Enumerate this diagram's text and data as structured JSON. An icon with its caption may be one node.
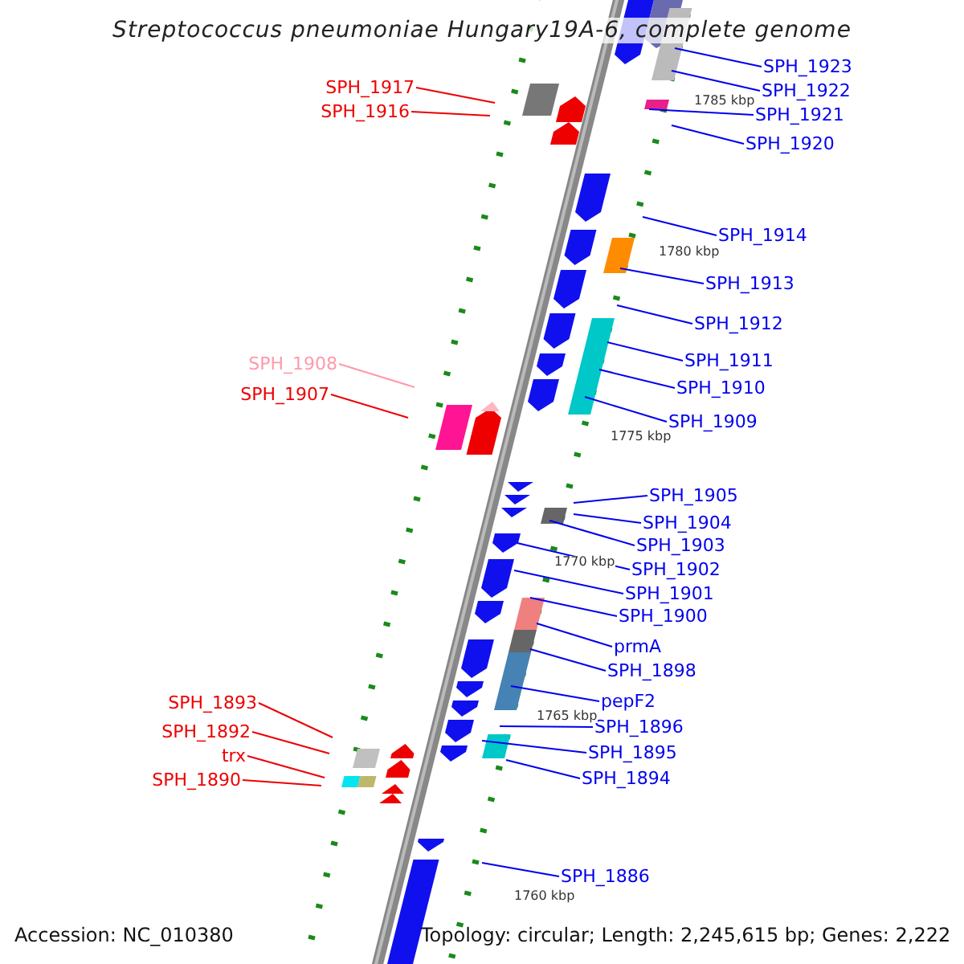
{
  "diagram": {
    "title": "Streptococcus pneumoniae Hungary19A-6, complete genome",
    "nodes": [
      {
        "text": [
          "SPH_1923"
        ]
      },
      {
        "text": [
          "SPH_1917"
        ]
      },
      {
        "text": [
          "SPH_1922"
        ]
      },
      {
        "text": [
          "SPH_1921"
        ]
      },
      {
        "text": [
          "SPH_1916"
        ]
      },
      {
        "text": [
          "SPH_1920"
        ]
      },
      {
        "text": [
          "SPH_1914"
        ]
      },
      {
        "text": [
          "SPH_1913"
        ]
      },
      {
        "text": [
          "SPH_1912"
        ]
      },
      {
        "text": [
          "SPH_1911"
        ]
      },
      {
        "text": [
          "SPH_1910"
        ]
      },
      {
        "text": [
          "SPH_1908"
        ]
      },
      {
        "text": [
          "SPH_1907"
        ]
      },
      {
        "text": [
          "SPH_1909"
        ]
      },
      {
        "text": [
          "SPH_1905"
        ]
      },
      {
        "text": [
          "SPH_1904"
        ]
      },
      {
        "text": [
          "SPH_1903"
        ]
      },
      {
        "text": [
          "SPH_1902"
        ]
      },
      {
        "text": [
          "SPH_1901"
        ]
      },
      {
        "text": [
          "SPH_1900"
        ]
      },
      {
        "text": [
          "prmA"
        ]
      },
      {
        "text": [
          "SPH_1898"
        ]
      },
      {
        "text": [
          "pepF2"
        ]
      },
      {
        "text": [
          "SPH_1896"
        ]
      },
      {
        "text": [
          "SPH_1893"
        ]
      },
      {
        "text": [
          "SPH_1895"
        ]
      },
      {
        "text": [
          "SPH_1892"
        ]
      },
      {
        "text": [
          "trx"
        ]
      },
      {
        "text": [
          "SPH_1894"
        ]
      },
      {
        "text": [
          "SPH_1890"
        ]
      },
      {
        "text": [
          "SPH_1886"
        ]
      }
    ],
    "edges": [
      {
        "from": 0,
        "to": null,
        "arrow": "none"
      },
      {
        "from": 1,
        "to": null,
        "arrow": "none",
        "color": "#ee0000"
      },
      {
        "from": 2,
        "to": null,
        "arrow": "none"
      },
      {
        "from": 3,
        "to": null,
        "arrow": "none"
      },
      {
        "from": 4,
        "to": null,
        "arrow": "none",
        "color": "#ee0000"
      },
      {
        "from": 5,
        "to": null,
        "arrow": "none"
      },
      {
        "from": 6,
        "to": null,
        "arrow": "none"
      },
      {
        "from": 7,
        "to": null,
        "arrow": "none"
      },
      {
        "from": 8,
        "to": null,
        "arrow": "none"
      },
      {
        "from": 9,
        "to": null,
        "arrow": "none"
      },
      {
        "from": 10,
        "to": null,
        "arrow": "none"
      },
      {
        "from": 11,
        "to": null,
        "arrow": "none",
        "color": "#ff99aa"
      },
      {
        "from": 12,
        "to": null,
        "arrow": "none",
        "color": "#ee0000"
      },
      {
        "from": 13,
        "to": null,
        "arrow": "none"
      },
      {
        "from": 14,
        "to": null,
        "arrow": "none"
      },
      {
        "from": 15,
        "to": null,
        "arrow": "none"
      },
      {
        "from": 16,
        "to": null,
        "arrow": "none"
      },
      {
        "from": 17,
        "to": null,
        "arrow": "none"
      },
      {
        "from": 18,
        "to": null,
        "arrow": "none"
      },
      {
        "from": 19,
        "to": null,
        "arrow": "none"
      },
      {
        "from": 20,
        "to": null,
        "arrow": "none"
      },
      {
        "from": 21,
        "to": null,
        "arrow": "none"
      },
      {
        "from": 22,
        "to": null,
        "arrow": "none"
      },
      {
        "from": 23,
        "to": null,
        "arrow": "none"
      },
      {
        "from": 24,
        "to": null,
        "arrow": "none",
        "color": "#ee0000"
      },
      {
        "from": 25,
        "to": null,
        "arrow": "none"
      },
      {
        "from": 26,
        "to": null,
        "arrow": "none",
        "color": "#ee0000"
      },
      {
        "from": 27,
        "to": null,
        "arrow": "none",
        "color": "#ee0000"
      },
      {
        "from": 28,
        "to": null,
        "arrow": "none"
      },
      {
        "from": 29,
        "to": null,
        "arrow": "none",
        "color": "#ee0000"
      },
      {
        "from": 30,
        "to": null,
        "arrow": "none"
      }
    ],
    "labels": [
      "1785 kbp",
      "1780 kbp",
      "1775 kbp",
      "1770 kbp",
      "1765 kbp",
      "1760 kbp",
      "Accession: NC_010380",
      "Topology: circular; Length: 2,245,615 bp; Genes: 2,222"
    ]
  }
}
